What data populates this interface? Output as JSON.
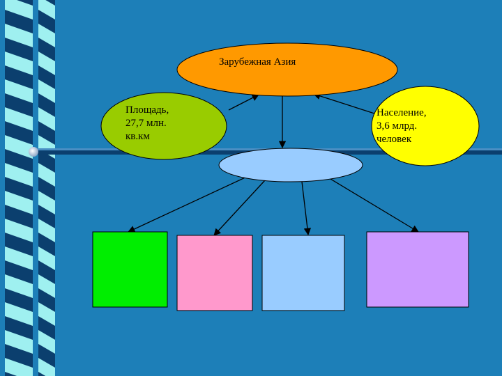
{
  "title_node": {
    "label": "Зарубежная  Азия",
    "fill": "#ff9900"
  },
  "area_node": {
    "label": "Площадь,\n27,7 млн.\nкв.км",
    "fill": "#99cc00"
  },
  "population_node": {
    "label": "Население,\n3,6 млрд.\nчеловек",
    "fill": "#ffff00"
  },
  "center_node": {
    "label": "",
    "fill": "#99ccff"
  },
  "boxes": [
    {
      "label": "",
      "fill": "#00ee00"
    },
    {
      "label": "",
      "fill": "#ff99cc"
    },
    {
      "label": "",
      "fill": "#99ccff"
    },
    {
      "label": "",
      "fill": "#cc99ff"
    }
  ],
  "colors": {
    "background": "#1d7fb8",
    "ribbon_light": "#9ff0f0",
    "ribbon_dark": "#0b3f6e"
  }
}
